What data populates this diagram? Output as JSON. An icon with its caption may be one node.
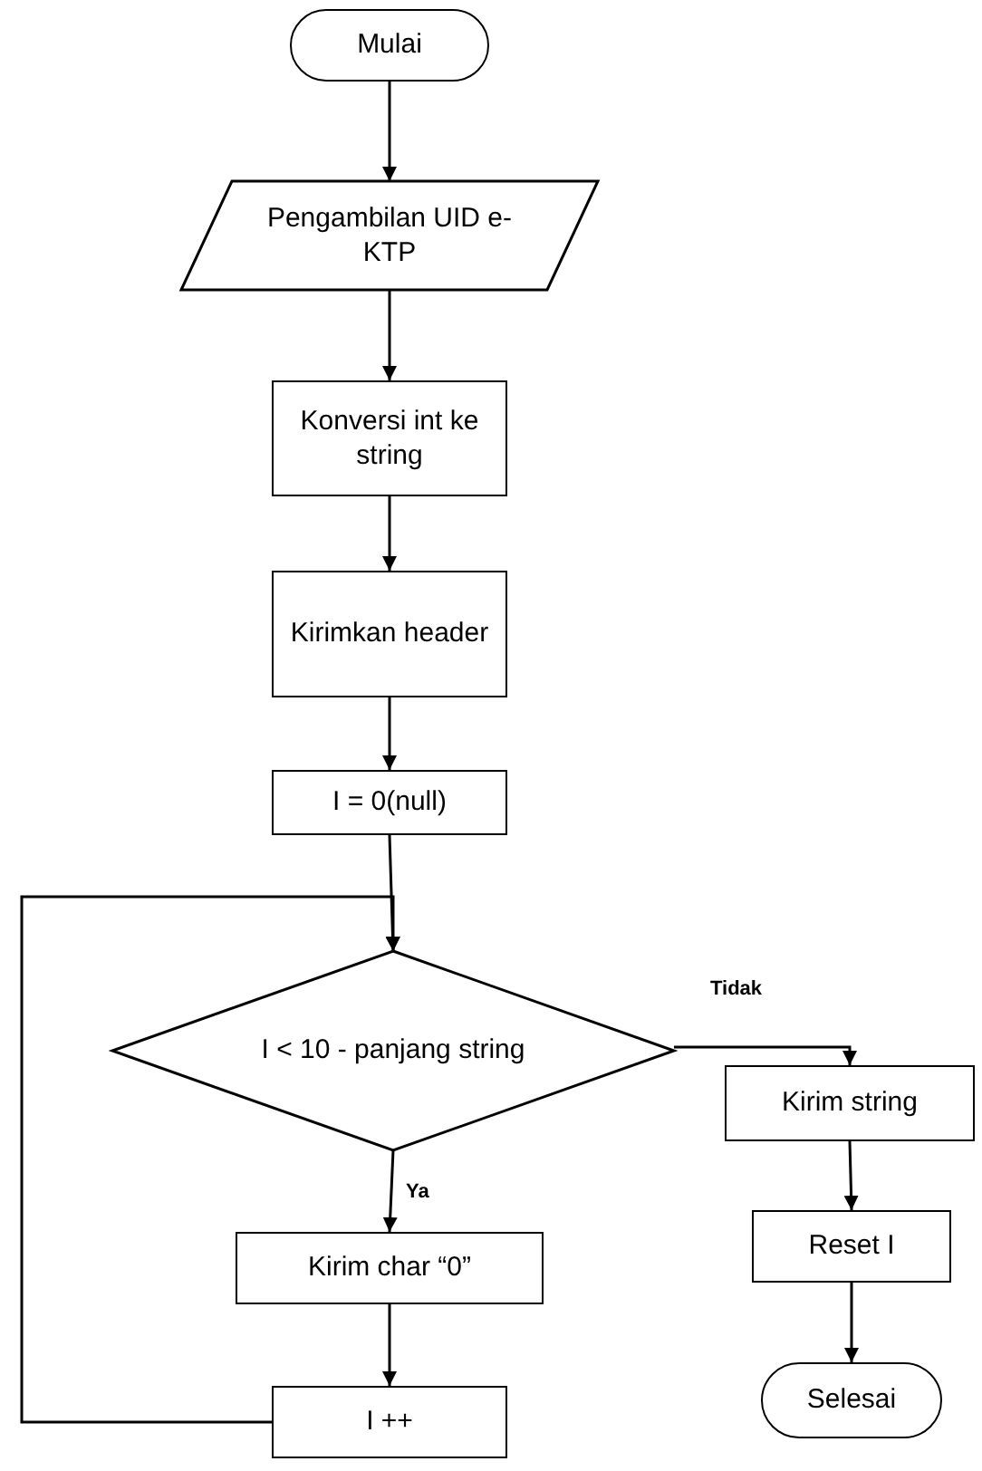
{
  "diagram": {
    "nodes": [
      {
        "text": [
          "Mulai"
        ]
      },
      {
        "text": [
          "Pengambilan UID e-KTP"
        ]
      },
      {
        "text": [
          "Konversi int ke string"
        ]
      },
      {
        "text": [
          "Kirimkan header"
        ]
      },
      {
        "text": [
          "I = 0(null)"
        ]
      },
      {
        "text": [
          "I < 10 - panjang string"
        ]
      },
      {
        "text": [
          "Kirim string"
        ]
      },
      {
        "text": [
          "Kirim char “0”"
        ]
      },
      {
        "text": [
          "I ++"
        ]
      },
      {
        "text": [
          "Reset I"
        ]
      },
      {
        "text": [
          "Selesai"
        ]
      }
    ],
    "edges": [
      {
        "from": 0,
        "to": 1,
        "arrow": "to"
      },
      {
        "from": 1,
        "to": 2,
        "arrow": "to"
      },
      {
        "from": 2,
        "to": 3,
        "arrow": "to"
      },
      {
        "from": 3,
        "to": 4,
        "arrow": "to"
      },
      {
        "from": 4,
        "to": 5,
        "arrow": "to"
      },
      {
        "from": 5,
        "to": 6,
        "arrow": "to",
        "label": "Tidak"
      },
      {
        "from": 5,
        "to": 7,
        "arrow": "to",
        "label": "Ya"
      },
      {
        "from": 7,
        "to": 8,
        "arrow": "to"
      },
      {
        "from": 8,
        "to": 5,
        "arrow": "to"
      },
      {
        "from": 6,
        "to": 9,
        "arrow": "to"
      },
      {
        "from": 9,
        "to": 10,
        "arrow": "to"
      }
    ]
  }
}
